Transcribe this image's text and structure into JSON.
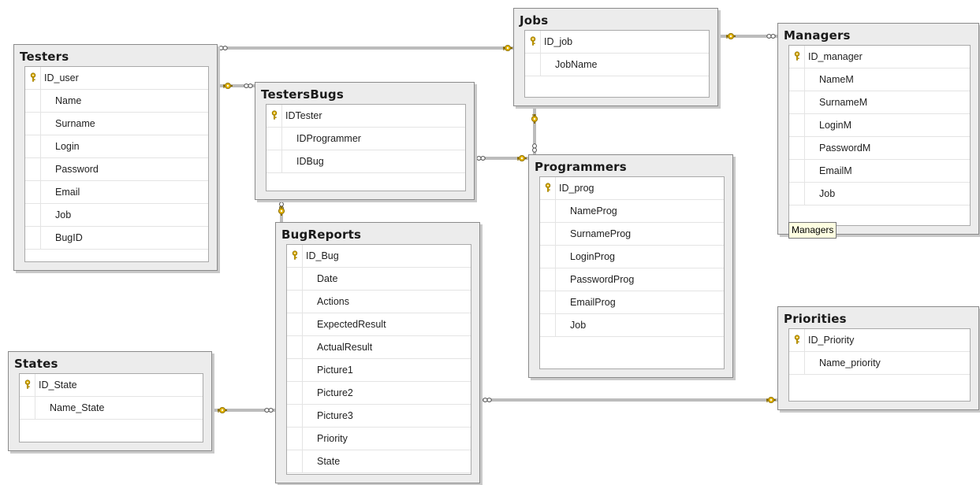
{
  "tables": {
    "testers": {
      "title": "Testers",
      "columns": [
        "ID_user",
        "Name",
        "Surname",
        "Login",
        "Password",
        "Email",
        "Job",
        "BugID"
      ]
    },
    "testers_bugs": {
      "title": "TestersBugs",
      "columns": [
        "IDTester",
        "IDProgrammer",
        "IDBug"
      ]
    },
    "jobs": {
      "title": "Jobs",
      "columns": [
        "ID_job",
        "JobName"
      ]
    },
    "managers": {
      "title": "Managers",
      "columns": [
        "ID_manager",
        "NameM",
        "SurnameM",
        "LoginM",
        "PasswordM",
        "EmailM",
        "Job"
      ]
    },
    "programmers": {
      "title": "Programmers",
      "columns": [
        "ID_prog",
        "NameProg",
        "SurnameProg",
        "LoginProg",
        "PasswordProg",
        "EmailProg",
        "Job"
      ]
    },
    "bug_reports": {
      "title": "BugReports",
      "columns": [
        "ID_Bug",
        "Date",
        "Actions",
        "ExpectedResult",
        "ActualResult",
        "Picture1",
        "Picture2",
        "Picture3",
        "Priority",
        "State"
      ]
    },
    "states": {
      "title": "States",
      "columns": [
        "ID_State",
        "Name_State"
      ]
    },
    "priorities": {
      "title": "Priorities",
      "columns": [
        "ID_Priority",
        "Name_priority"
      ]
    }
  },
  "tooltip": {
    "text": "Managers"
  },
  "icons": {
    "primary_key": "key-icon",
    "one_end": "key-icon",
    "many_end": "infinity-icon"
  },
  "colors": {
    "key": "#e0b100",
    "line": "#7a7a7a",
    "panel": "#ececec"
  },
  "relationships": [
    {
      "name": "rel-testers-jobs",
      "one": "jobs",
      "many": "testers"
    },
    {
      "name": "rel-testers-testersbugs",
      "one": "testers",
      "many": "testers_bugs"
    },
    {
      "name": "rel-jobs-managers",
      "one": "jobs",
      "many": "managers"
    },
    {
      "name": "rel-jobs-programmers",
      "one": "jobs",
      "many": "programmers"
    },
    {
      "name": "rel-programmers-testersbugs",
      "one": "programmers",
      "many": "testers_bugs"
    },
    {
      "name": "rel-bugreports-testersbugs",
      "one": "bug_reports",
      "many": "testers_bugs"
    },
    {
      "name": "rel-states-bugreports",
      "one": "states",
      "many": "bug_reports"
    },
    {
      "name": "rel-priorities-bugreports",
      "one": "priorities",
      "many": "bug_reports"
    }
  ]
}
